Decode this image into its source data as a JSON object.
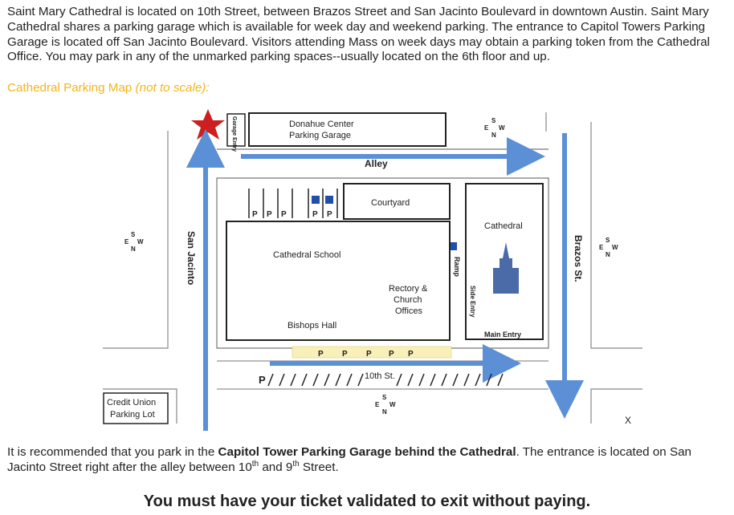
{
  "intro": "Saint Mary Cathedral is located on 10th Street, between Brazos Street and San Jacinto Boulevard in downtown Austin. Saint Mary Cathedral shares a parking garage which is available for week day and weekend parking. The entrance to Capitol Towers Parking Garage is located off San Jacinto Boulevard. Visitors attending Mass on week days may obtain a parking token from the Cathedral Office.  You may park in any of the unmarked parking spaces--usually located on the 6th floor and up.",
  "map_title": {
    "main": "Cathedral Parking Map ",
    "note": "(not to scale):"
  },
  "map": {
    "garage_entry": "Garage Entry",
    "donahue": "Donahue Center",
    "donahue_sub": "Parking Garage",
    "alley": "Alley",
    "courtyard": "Courtyard",
    "cathedral": "Cathedral",
    "school": "Cathedral School",
    "rectory_1": "Rectory &",
    "rectory_2": "Church",
    "rectory_3": "Offices",
    "bishops_hall": "Bishops Hall",
    "side_entry": "Side Entry",
    "main_entry": "Main Entry",
    "ramp": "Ramp",
    "san_jacinto": "San Jacinto",
    "brazos": "Brazos St.",
    "tenth_st": "10th St.",
    "credit_union_1": "Credit Union",
    "credit_union_2": "Parking Lot",
    "parking_p": "P",
    "x_mark": "X",
    "compass": {
      "s": "S",
      "e": "E",
      "w": "W",
      "n": "N"
    },
    "colors": {
      "arrow_blue": "#5b8fd6",
      "star_red": "#cc1f1f",
      "highlight_yellow": "#f3e68a",
      "title_yellow": "#f2b51a"
    }
  },
  "recommend": {
    "part1": "It is recommended that you park in the ",
    "bold": "Capitol Tower Parking Garage behind the Cathedral",
    "part2": ". The entrance is located on San Jacinto Street right after the alley between 10",
    "sup1": "th",
    "part3": " and 9",
    "sup2": "th",
    "part4": " Street."
  },
  "warning": "You must have your ticket validated to exit without paying."
}
